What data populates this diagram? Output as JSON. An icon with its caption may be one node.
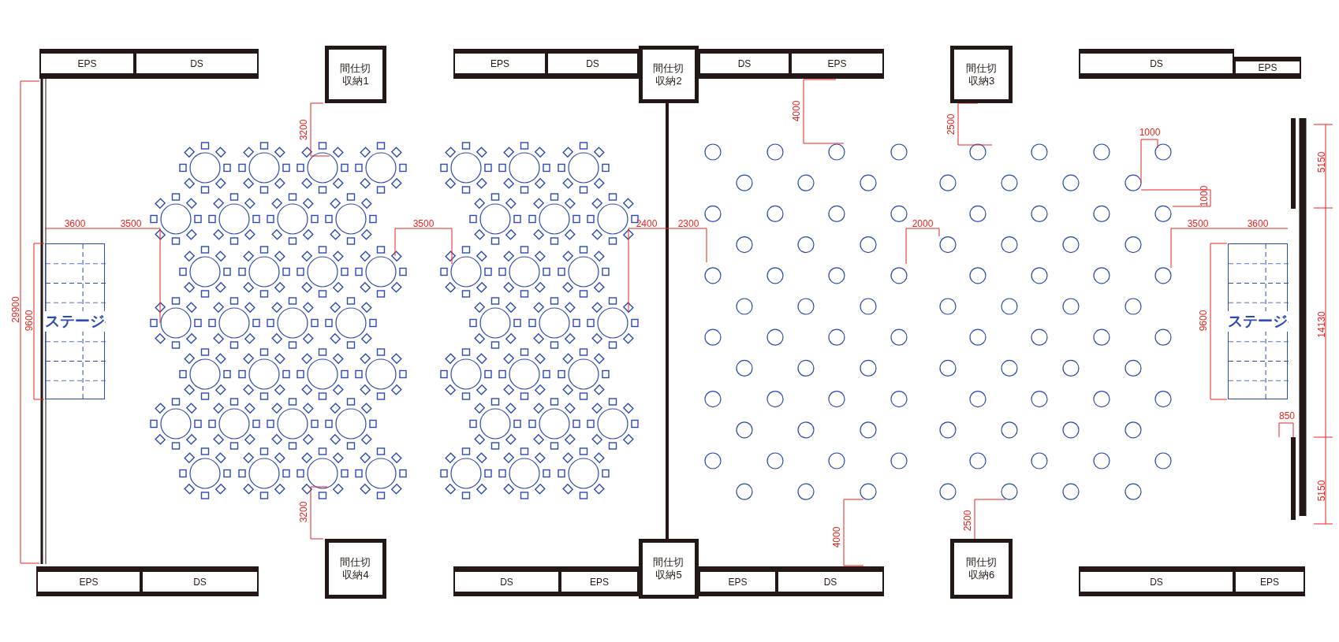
{
  "diagram": {
    "nodes": [
      {
        "text": [
          "EPS"
        ]
      },
      {
        "text": [
          "DS"
        ]
      },
      {
        "text": [
          "間仕切収納1"
        ]
      },
      {
        "text": [
          "EPS"
        ]
      },
      {
        "text": [
          "DS"
        ]
      },
      {
        "text": [
          "間仕切収納2"
        ]
      },
      {
        "text": [
          "DS"
        ]
      },
      {
        "text": [
          "EPS"
        ]
      },
      {
        "text": [
          "間仕切収納3"
        ]
      },
      {
        "text": [
          "DS"
        ]
      },
      {
        "text": [
          "EPS"
        ]
      },
      {
        "text": [
          "ステージ"
        ]
      },
      {
        "text": [
          "ステージ"
        ]
      },
      {
        "text": [
          "EPS"
        ]
      },
      {
        "text": [
          "DS"
        ]
      },
      {
        "text": [
          "間仕切収納4"
        ]
      },
      {
        "text": [
          "DS"
        ]
      },
      {
        "text": [
          "EPS"
        ]
      },
      {
        "text": [
          "間仕切収納5"
        ]
      },
      {
        "text": [
          "EPS"
        ]
      },
      {
        "text": [
          "DS"
        ]
      },
      {
        "text": [
          "間仕切収納6"
        ]
      },
      {
        "text": [
          "DS"
        ]
      },
      {
        "text": [
          "EPS"
        ]
      }
    ],
    "labels": [
      "3200",
      "4000",
      "2500",
      "1000",
      "5150",
      "1000",
      "3600",
      "3500",
      "3500",
      "2400",
      "2300",
      "2000",
      "3500",
      "3600",
      "29900",
      "9600",
      "9600",
      "14130",
      "850",
      "5150",
      "3200",
      "2500",
      "4000"
    ]
  }
}
